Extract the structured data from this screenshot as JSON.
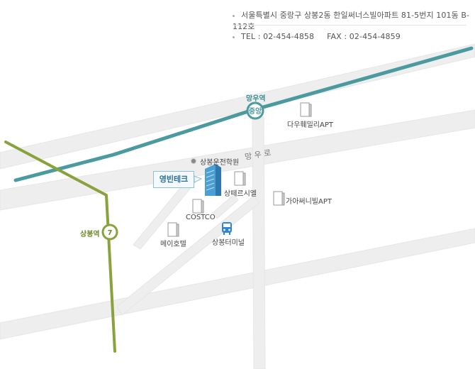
{
  "address": "서울특별시 중랑구 상봉2동 한일써너스빌아파트 81-5번지 101동 B-112호",
  "tel": "TEL : 02-454-4858",
  "fax": "FAX : 02-454-4859",
  "stations": {
    "mangu_name": "망우역",
    "mangu_line": "중앙",
    "sangbong_name": "상봉역",
    "sangbong_line": "7"
  },
  "road_name": "망 우 로",
  "company": "영빈테크",
  "landmarks": {
    "driving_school": "상봉운전학원",
    "dauhaemilly": "다우훼밀리APT",
    "sangpetreusiel": "상떼르시엘",
    "gaassunny": "가아써니빌APT",
    "costco": "COSTCO",
    "meihotel": "메이호텔",
    "terminal": "상봉터미널"
  },
  "colors": {
    "central_line": "#4a9aa0",
    "line7": "#8aa23c",
    "road": "#eeeeee",
    "building": "#3a8cc4"
  },
  "icons": [
    "bus-icon",
    "building-icon",
    "pin-icon"
  ]
}
